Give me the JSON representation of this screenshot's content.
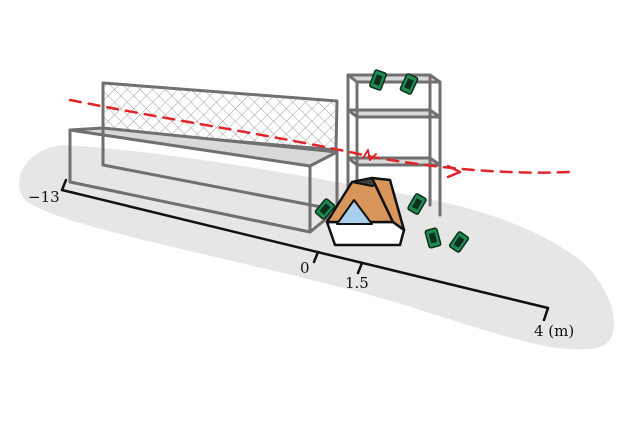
{
  "axis": {
    "ticks": [
      {
        "label": "−13"
      },
      {
        "label": "0"
      },
      {
        "label": "1.5"
      },
      {
        "label": "4 (m)"
      }
    ]
  },
  "colors": {
    "ground": "#e6e6e6",
    "frame": "#707070",
    "bench_top": "#d9d9d9",
    "box_body": "#d9965b",
    "box_dark": "#404040",
    "box_inner": "#a9cfee",
    "trajectory": "#e0262a",
    "device": "#1f8a52",
    "axis": "#111111"
  }
}
